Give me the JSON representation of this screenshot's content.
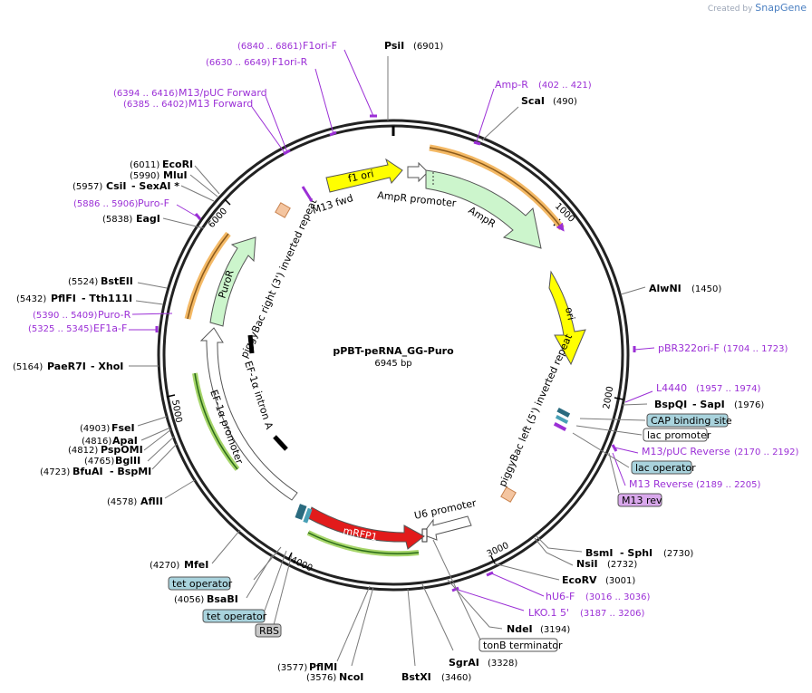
{
  "credit": {
    "prefix": "Created by",
    "brand": "SnapGene"
  },
  "plasmid": {
    "name": "pPBT-peRNA_GG-Puro",
    "length": "6945 bp"
  },
  "ticks": [
    "1000",
    "2000",
    "3000",
    "4000",
    "5000",
    "6000"
  ],
  "sites": [
    {
      "name": "PsiI",
      "pos": "(6901)"
    },
    {
      "name": "ScaI",
      "pos": "(490)"
    },
    {
      "name": "AlwNI",
      "pos": "(1450)"
    },
    {
      "name": "BspQI",
      "name2": "- SapI",
      "pos": "(1976)"
    },
    {
      "name": "BsmI",
      "name2": "- SphI",
      "pos": "(2730)"
    },
    {
      "name": "NsiI",
      "pos": "(2732)"
    },
    {
      "name": "EcoRV",
      "pos": "(3001)"
    },
    {
      "name": "NdeI",
      "pos": "(3194)"
    },
    {
      "name": "SgrAI",
      "pos": "(3328)"
    },
    {
      "name": "BstXI",
      "pos": "(3460)"
    },
    {
      "name": "NcoI",
      "pos": "(3576)"
    },
    {
      "name": "PflMI",
      "pos": "(3577)"
    },
    {
      "name": "BsaBI",
      "pos": "(4056)"
    },
    {
      "name": "MfeI",
      "pos": "(4270)"
    },
    {
      "name": "AflII",
      "pos": "(4578)"
    },
    {
      "name": "BfuAI",
      "name2": "- BspMI",
      "pos": "(4723)"
    },
    {
      "name": "BglII",
      "pos": "(4765)"
    },
    {
      "name": "PspOMI",
      "pos": "(4812)"
    },
    {
      "name": "ApaI",
      "pos": "(4816)"
    },
    {
      "name": "FseI",
      "pos": "(4903)"
    },
    {
      "name": "PaeR7I",
      "name2": "- XhoI",
      "pos": "(5164)"
    },
    {
      "name": "PflFI",
      "name2": "- Tth111I",
      "pos": "(5432)"
    },
    {
      "name": "BstEII",
      "pos": "(5524)"
    },
    {
      "name": "EagI",
      "pos": "(5838)"
    },
    {
      "name": "CsiI",
      "name2": "- SexAI *",
      "pos": "(5957)"
    },
    {
      "name": "MluI",
      "pos": "(5990)"
    },
    {
      "name": "EcoRI",
      "pos": "(6011)"
    }
  ],
  "primers": [
    {
      "name": "F1ori-F",
      "range": "(6840 .. 6861)"
    },
    {
      "name": "F1ori-R",
      "range": "(6630 .. 6649)"
    },
    {
      "name": "M13/pUC Forward",
      "range": "(6394 .. 6416)"
    },
    {
      "name": "M13 Forward",
      "range": "(6385 .. 6402)"
    },
    {
      "name": "Amp-R",
      "range": "(402 .. 421)"
    },
    {
      "name": "pBR322ori-F",
      "range": "(1704 .. 1723)"
    },
    {
      "name": "L4440",
      "range": "(1957 .. 1974)"
    },
    {
      "name": "M13/pUC Reverse",
      "range": "(2170 .. 2192)"
    },
    {
      "name": "M13 Reverse",
      "range": "(2189 .. 2205)"
    },
    {
      "name": "hU6-F",
      "range": "(3016 .. 3036)"
    },
    {
      "name": "LKO.1 5'",
      "range": "(3187 .. 3206)"
    },
    {
      "name": "Puro-F",
      "range": "(5886 .. 5906)"
    },
    {
      "name": "Puro-R",
      "range": "(5390 .. 5409)"
    },
    {
      "name": "EF1a-F",
      "range": "(5325 .. 5345)"
    }
  ],
  "boxes": {
    "cap": "CAP binding site",
    "lacp": "lac promoter",
    "lacop": "lac operator",
    "m13rev": "M13 rev",
    "tonb": "tonB terminator",
    "tet1": "tet operator",
    "tet2": "tet operator",
    "rbs": "RBS"
  },
  "features": {
    "f1ori": "f1 ori",
    "ampr_promoter": "AmpR promoter",
    "ampr": "AmpR",
    "ori": "ori",
    "pb_left": "piggyBac left (5') inverted repeat",
    "u6": "U6 promoter",
    "mrfp1": "mRFP1",
    "ef1a_promoter": "EF-1α promoter",
    "ef1a_intron": "EF-1α intron A",
    "puror": "PuroR",
    "pb_right": "piggyBac right (3') inverted repeat",
    "m13fwd": "M13 fwd"
  },
  "colors": {
    "primer": "#9b2fd6",
    "box_blue": "#a9d3dd",
    "box_purple": "#d9a8ec",
    "box_gray": "#c8c8c8",
    "ampr": "#ccf5cc",
    "ori": "#ffff00",
    "mrfp1": "#e21b1b"
  }
}
